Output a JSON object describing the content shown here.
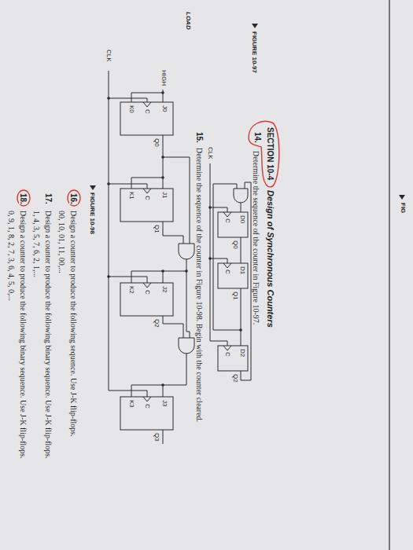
{
  "diagram": {
    "labels": [
      "LOAD",
      "FIG",
      "SECTION 10-4",
      "Design of Synchronous Counters",
      "14.",
      "Determine the sequence of the counter in Figure 10-97.",
      "FIGURE 10-97",
      "D0",
      "C",
      "Q0",
      "D1",
      "C",
      "Q1",
      "D2",
      "C",
      "Q2",
      "CLK",
      "15.",
      "Determine the sequence of the counter in Figure 10-98. Begin with the counter cleared.",
      "HIGH",
      "J0",
      "C",
      "K0",
      "Q0",
      "J1",
      "C",
      "K1",
      "Q1",
      "J2",
      "C",
      "K2",
      "Q2",
      "J3",
      "C",
      "K3",
      "Q3",
      "CLK",
      "FIGURE 10-98",
      "16.",
      "Design a counter to produce the following sequence. Use J-K flip-flops.",
      "00, 10, 01, 11, 00,...",
      "17.",
      "Design a counter to produce the following binary sequence. Use J-K flip-flops.",
      "1, 4, 3, 5, 7, 6, 2, 1,...",
      "18.",
      "Design a counter to produce the following binary sequence. Use J-K flip-flops.",
      "0, 9, 1, 8, 2, 7, 3, 6, 4, 5, 0,..."
    ]
  }
}
